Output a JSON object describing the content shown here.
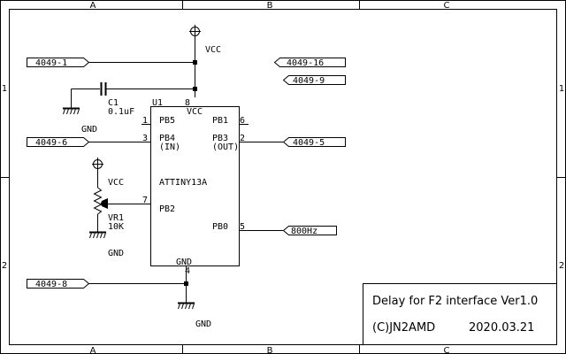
{
  "frame": {
    "cols_top": [
      "A",
      "B",
      "C"
    ],
    "cols_bottom": [
      "A",
      "B",
      "C"
    ],
    "rows_left": [
      "1",
      "2"
    ],
    "rows_right": [
      "1",
      "2"
    ]
  },
  "power": {
    "vcc_top": "VCC",
    "vcc_pot": "VCC",
    "gnd_cap": "GND",
    "gnd_pot": "GND",
    "gnd_bottom": "GND"
  },
  "cap": {
    "ref": "C1",
    "value": "0.1uF"
  },
  "pot": {
    "ref": "VR1",
    "value": "10K"
  },
  "ic": {
    "ref": "U1",
    "name": "ATTINY13A",
    "pins": {
      "vcc": {
        "num": "8",
        "label": "VCC"
      },
      "gnd": {
        "num": "4",
        "label": "GND"
      },
      "pb5": {
        "num": "1",
        "label": "PB5"
      },
      "pb4": {
        "num": "3",
        "label": "PB4",
        "sub": "(IN)"
      },
      "pb2": {
        "num": "7",
        "label": "PB2"
      },
      "pb1": {
        "num": "6",
        "label": "PB1"
      },
      "pb3": {
        "num": "2",
        "label": "PB3",
        "sub": "(OUT)"
      },
      "pb0": {
        "num": "5",
        "label": "PB0"
      }
    }
  },
  "ports": {
    "p4049_1": "4049-1",
    "p4049_6": "4049-6",
    "p4049_8": "4049-8",
    "p4049_16": "4049-16",
    "p4049_9": "4049-9",
    "p4049_5": "4049-5",
    "p800hz": "800Hz"
  },
  "title_block": {
    "title": "Delay for F2 interface Ver1.0",
    "author": "(C)JN2AMD",
    "date": "2020.03.21"
  }
}
